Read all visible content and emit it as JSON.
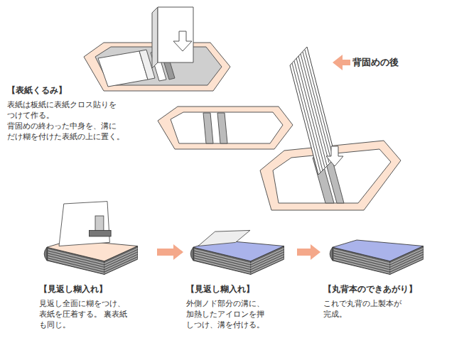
{
  "diagram": {
    "nodes": [
      {
        "text": [
          "【表紙くるみ】",
          "表紙は板紙に表紙クロス貼りを つけて作る。",
          "背固めの終わった中身を、溝に だけ糊を付けた表紙の上に置く。"
        ]
      },
      {
        "text": [
          "【見返し糊入れ】",
          "見返し全面に糊をつけ、 表紙を圧着する。 裏表紙も同じ。"
        ]
      },
      {
        "text": [
          "【見返し糊入れ】",
          "外側ノド部分の溝に、 加熱したアイロンを押 しつけ、溝を付ける。"
        ]
      },
      {
        "text": [
          "【丸背本のできあがり】",
          "これで丸背の上製本が 完成。"
        ]
      }
    ],
    "edges": [
      {
        "from": 1,
        "to": 2,
        "arrow": "to"
      },
      {
        "from": 2,
        "to": 3,
        "arrow": "to"
      }
    ],
    "labels": [
      "背固めの後"
    ]
  }
}
